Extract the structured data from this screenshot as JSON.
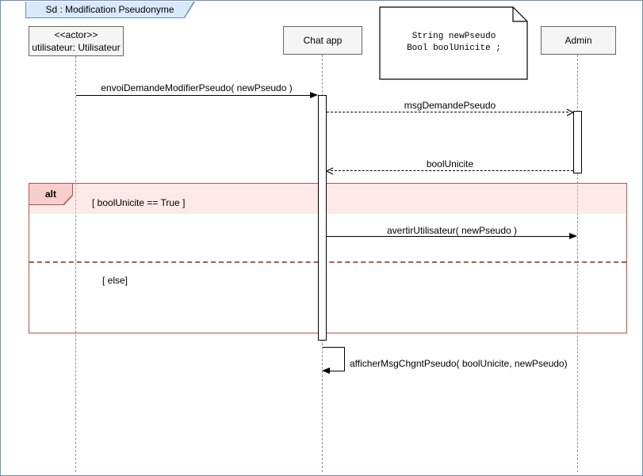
{
  "frame": {
    "title": "Sd :  Modification Pseudonyme"
  },
  "colors": {
    "frame_border": "#6c8ebf",
    "frame_tab_fill": "#dae8fc",
    "lifeline_fill": "#f5f5f5",
    "lifeline_border": "#666666",
    "fragment_border": "#b85450",
    "fragment_fill": "#f8cecc",
    "line_color": "#000000"
  },
  "lifelines": [
    {
      "stereotype": "<<actor>>",
      "label": "utilisateur: Utilisateur"
    },
    {
      "label": "Chat app"
    },
    {
      "label": "Admin"
    }
  ],
  "note": {
    "lines": [
      "String newPseudo",
      "Bool boolUnicite ;"
    ]
  },
  "fragment": {
    "operator": "alt",
    "guards": [
      "[ boolUnicite == True ]",
      "[ else]"
    ]
  },
  "messages": [
    {
      "label": "envoiDemandeModifierPseudo( newPseudo )",
      "kind": "sync-solid"
    },
    {
      "label": "msgDemandePseudo",
      "kind": "dashed"
    },
    {
      "label": "boolUnicite",
      "kind": "dashed-return"
    },
    {
      "label": "avertirUtilisateur( newPseudo )",
      "kind": "sync-solid"
    },
    {
      "label": "afficherMsgChgntPseudo( boolUnicite, newPseudo)",
      "kind": "self"
    }
  ]
}
